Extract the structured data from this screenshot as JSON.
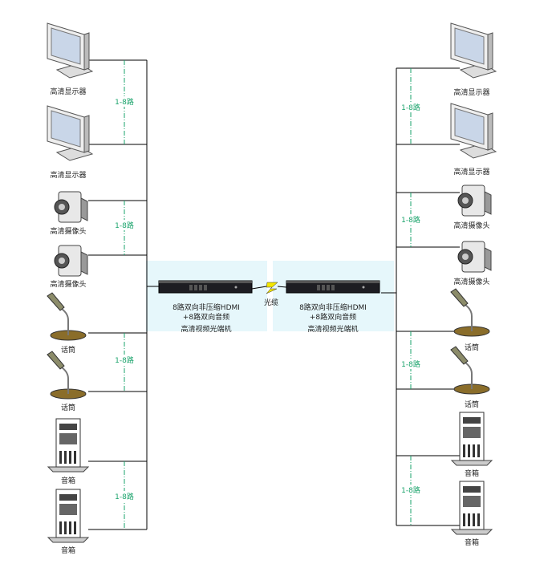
{
  "devices": {
    "monitor": "高清显示器",
    "camera": "高清摄像头",
    "mic": "话筒",
    "speaker": "音箱"
  },
  "channel_label": "1-8路",
  "transceiver": {
    "line1": "8路双向非压缩HDMI",
    "line2": "+8路双向音频",
    "line3": "高清视频光端机"
  },
  "link_label": "光缆",
  "colors": {
    "bus": "#000000",
    "channel": "#1aa36b",
    "panel": "#e6f7fb"
  }
}
